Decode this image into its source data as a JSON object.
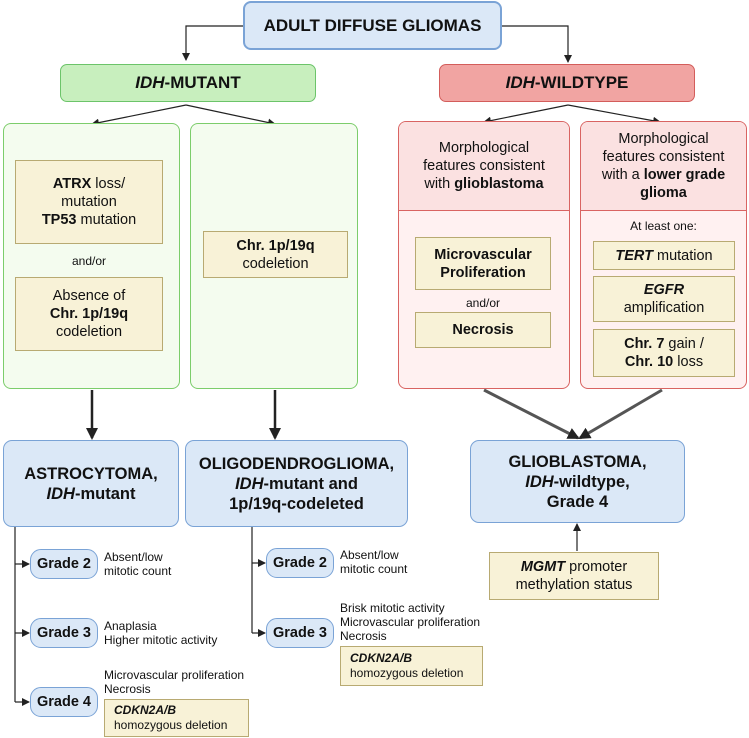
{
  "title": "ADULT DIFFUSE GLIOMAS",
  "idh_mutant": {
    "header_italic": "IDH",
    "header_rest": "-MUTANT",
    "astro_criteria": {
      "box1": {
        "l1_bold": "ATRX",
        "l1_rest": " loss/",
        "l2": "mutation",
        "l3_bold": "TP53",
        "l3_rest": " mutation"
      },
      "and_or": "and/or",
      "box2": {
        "l1": "Absence of",
        "l2": "Chr. 1p/19q",
        "l3": "codeletion"
      }
    },
    "oligo_criteria": {
      "l1": "Chr. 1p/19q",
      "l2": "codeletion"
    }
  },
  "idh_wildtype": {
    "header_italic": "IDH",
    "header_rest": "-WILDTYPE",
    "gbm_morph": {
      "l1": "Morphological",
      "l2": "features consistent",
      "l3_pre": "with ",
      "l3_bold": "glioblastoma"
    },
    "gbm_criteria": {
      "box1_l1": "Microvascular",
      "box1_l2": "Proliferation",
      "and_or": "and/or",
      "box2": "Necrosis"
    },
    "lgg_morph": {
      "l1": "Morphological",
      "l2": "features consistent",
      "l3_pre": "with a ",
      "l3_bold": "lower grade",
      "l4_bold": "glioma"
    },
    "lgg_criteria": {
      "at_least_one": "At least one:",
      "tert_bold": "TERT",
      "tert_rest": " mutation",
      "egfr_bold": "EGFR",
      "egfr_l2": "amplification",
      "chr_l1_bold": "Chr. 7",
      "chr_l1_rest": " gain /",
      "chr_l2_bold": "Chr. 10",
      "chr_l2_rest": " loss"
    }
  },
  "astrocytoma": {
    "l1": "ASTROCYTOMA,",
    "l2_italic": "IDH",
    "l2_rest": "-mutant",
    "grade2": {
      "label": "Grade 2",
      "n1": "Absent/low",
      "n2": "mitotic count"
    },
    "grade3": {
      "label": "Grade 3",
      "n1": "Anaplasia",
      "n2": "Higher mitotic activity"
    },
    "grade4": {
      "label": "Grade 4",
      "n1": "Microvascular proliferation",
      "n2": "Necrosis",
      "box_gene": "CDKN2A/B",
      "box_text": "homozygous deletion"
    }
  },
  "oligodendroglioma": {
    "l1": "OLIGODENDROGLIOMA,",
    "l2_italic": "IDH",
    "l2_rest": "-mutant and",
    "l3": "1p/19q-codeleted",
    "grade2": {
      "label": "Grade 2",
      "n1": "Absent/low",
      "n2": "mitotic count"
    },
    "grade3": {
      "label": "Grade 3",
      "n1": "Brisk mitotic activity",
      "n2": "Microvascular proliferation",
      "n3": "Necrosis",
      "box_gene": "CDKN2A/B",
      "box_text": "homozygous deletion"
    }
  },
  "glioblastoma": {
    "l1": "GLIOBLASTOMA,",
    "l2_italic": "IDH",
    "l2_rest": "-wildtype,",
    "l3": "Grade 4",
    "mgmt_bold": "MGMT",
    "mgmt_rest": " promoter",
    "mgmt_l2": "methylation status"
  },
  "colors": {
    "idh_mutant": "#c8efbe",
    "idh_wildtype": "#f1a4a2",
    "entity_box": "#dbe8f7",
    "criteria_box": "#f8f2d7"
  }
}
